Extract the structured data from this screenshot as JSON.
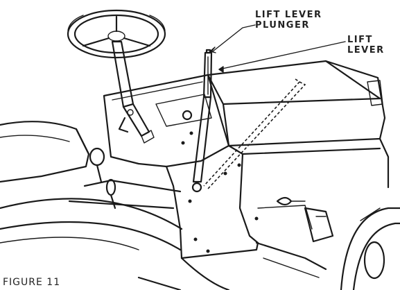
{
  "labels": {
    "plunger_line1": "LIFT LEVER",
    "plunger_line2": "PLUNGER",
    "lever_line1": "LIFT",
    "lever_line2": "LEVER",
    "figure": "FIGURE 11"
  },
  "colors": {
    "ink": "#1a1a1a",
    "paper": "#ffffff"
  }
}
